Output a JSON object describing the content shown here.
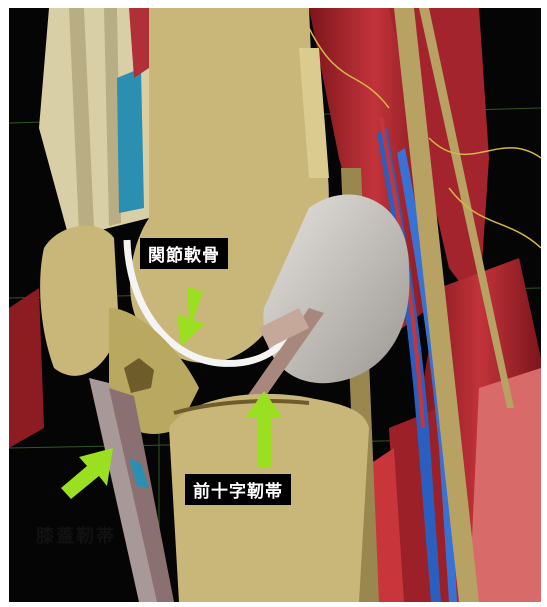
{
  "labels": {
    "cartilage": "関節軟骨",
    "acl": "前十字靭帯",
    "patellar": "膝蓋靭帯"
  },
  "colors": {
    "arrow": "#9be020",
    "bone": "#c9b77a",
    "cartilage": "#f4f4f2",
    "muscle": "#b3262e",
    "artery": "#2b5fbf",
    "background": "#050505"
  }
}
